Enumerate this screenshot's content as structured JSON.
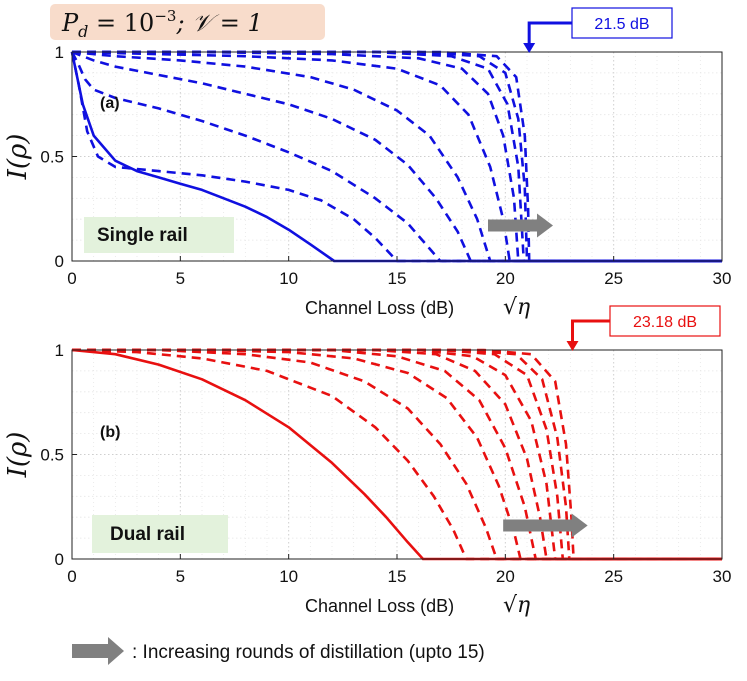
{
  "title": "P_d = 10^{-3}; V = 1",
  "title_parts": {
    "p": "P",
    "sub": "d",
    "eq": " = 10",
    "sup": "−3",
    "rest": "; 𝒱 = 1"
  },
  "legend_note": ": Increasing rounds of distillation (upto 15)",
  "colors": {
    "single": "#1010e0",
    "dual": "#e81010",
    "arrow": "#808080",
    "label_bg": "#e3f2dc",
    "title_bg": "#f8dccb"
  },
  "chart_data": [
    {
      "type": "line",
      "panel": "(a)",
      "label": "Single rail",
      "xlabel": "Channel Loss (dB)",
      "xlabel_math": "√η",
      "ylabel": "I(ρ)",
      "xlim": [
        0,
        30
      ],
      "ylim": [
        0,
        1
      ],
      "xticks": [
        0,
        5,
        10,
        15,
        20,
        25,
        30
      ],
      "yticks": [
        0,
        0.5,
        1
      ],
      "grid": true,
      "annotation": {
        "text": "21.5 dB",
        "x": 21.1
      },
      "arrow_range": [
        19.2,
        22.2
      ],
      "arrow_y": 0.17,
      "series": [
        {
          "style": "solid",
          "x": [
            0,
            0.2,
            0.5,
            1,
            2,
            3,
            4,
            5,
            6,
            7,
            8,
            9,
            10,
            11,
            12.1,
            30
          ],
          "y": [
            1,
            0.9,
            0.75,
            0.6,
            0.48,
            0.43,
            0.4,
            0.37,
            0.34,
            0.3,
            0.26,
            0.21,
            0.15,
            0.08,
            0,
            0
          ]
        },
        {
          "style": "dashed",
          "x": [
            0,
            0.3,
            0.7,
            1.2,
            2,
            4,
            6,
            8,
            10,
            11.5,
            13,
            14,
            15,
            30
          ],
          "y": [
            1,
            0.85,
            0.62,
            0.5,
            0.45,
            0.43,
            0.41,
            0.38,
            0.34,
            0.29,
            0.2,
            0.11,
            0,
            0
          ]
        },
        {
          "style": "dashed",
          "x": [
            0,
            0.3,
            0.6,
            1,
            2,
            4,
            6,
            8,
            10,
            12,
            14,
            15.5,
            16.5,
            17,
            30
          ],
          "y": [
            1,
            0.94,
            0.87,
            0.82,
            0.78,
            0.73,
            0.67,
            0.6,
            0.52,
            0.43,
            0.3,
            0.18,
            0.06,
            0,
            0
          ]
        },
        {
          "style": "dashed",
          "x": [
            0,
            1,
            2,
            4,
            6,
            8,
            10,
            12,
            14,
            15.5,
            16.8,
            17.8,
            18.4,
            30
          ],
          "y": [
            1,
            0.96,
            0.93,
            0.89,
            0.85,
            0.8,
            0.75,
            0.68,
            0.58,
            0.46,
            0.3,
            0.14,
            0,
            0
          ]
        },
        {
          "style": "dashed",
          "x": [
            0,
            2,
            5,
            8,
            11,
            13,
            15,
            16.5,
            17.8,
            18.7,
            19.3,
            30
          ],
          "y": [
            1,
            0.98,
            0.96,
            0.93,
            0.88,
            0.82,
            0.72,
            0.6,
            0.4,
            0.2,
            0,
            0
          ]
        },
        {
          "style": "dashed",
          "x": [
            0,
            4,
            8,
            12,
            15,
            17,
            18.3,
            19.3,
            19.9,
            20.2,
            30
          ],
          "y": [
            1,
            0.99,
            0.98,
            0.96,
            0.92,
            0.84,
            0.7,
            0.45,
            0.2,
            0,
            0
          ]
        },
        {
          "style": "dashed",
          "x": [
            0,
            6,
            12,
            16,
            18,
            19.2,
            19.9,
            20.4,
            20.6,
            30
          ],
          "y": [
            1,
            1,
            0.99,
            0.97,
            0.92,
            0.8,
            0.6,
            0.3,
            0,
            0
          ]
        },
        {
          "style": "dashed",
          "x": [
            0,
            8,
            14,
            17.5,
            19.2,
            20.1,
            20.6,
            20.85,
            30
          ],
          "y": [
            1,
            1,
            1,
            0.98,
            0.92,
            0.75,
            0.45,
            0,
            0
          ]
        },
        {
          "style": "dashed",
          "x": [
            0,
            10,
            16,
            18.8,
            20,
            20.6,
            20.9,
            21.0,
            30
          ],
          "y": [
            1,
            1,
            1,
            0.98,
            0.9,
            0.68,
            0.35,
            0,
            0
          ]
        },
        {
          "style": "dashed",
          "x": [
            0,
            12,
            17,
            19.6,
            20.5,
            20.9,
            21.05,
            21.1,
            30
          ],
          "y": [
            1,
            1,
            1,
            0.98,
            0.88,
            0.6,
            0.25,
            0,
            0
          ]
        }
      ]
    },
    {
      "type": "line",
      "panel": "(b)",
      "label": "Dual rail",
      "xlabel": "Channel Loss (dB)",
      "xlabel_math": "√η",
      "ylabel": "I(ρ)",
      "xlim": [
        0,
        30
      ],
      "ylim": [
        0,
        1
      ],
      "xticks": [
        0,
        5,
        10,
        15,
        20,
        25,
        30
      ],
      "yticks": [
        0,
        0.5,
        1
      ],
      "grid": true,
      "annotation": {
        "text": "23.18 dB",
        "x": 23.1
      },
      "arrow_range": [
        19.9,
        23.8
      ],
      "arrow_y": 0.16,
      "series": [
        {
          "style": "solid",
          "x": [
            0,
            2,
            4,
            6,
            8,
            10,
            12,
            13.5,
            14.5,
            15.5,
            16.2,
            30
          ],
          "y": [
            1,
            0.98,
            0.93,
            0.86,
            0.76,
            0.63,
            0.46,
            0.31,
            0.2,
            0.08,
            0,
            0
          ]
        },
        {
          "style": "dashed",
          "x": [
            0,
            3,
            6,
            9,
            12,
            14,
            15.5,
            16.7,
            17.6,
            18.2,
            30
          ],
          "y": [
            1,
            0.99,
            0.96,
            0.9,
            0.78,
            0.63,
            0.47,
            0.3,
            0.14,
            0,
            0
          ]
        },
        {
          "style": "dashed",
          "x": [
            0,
            4,
            8,
            11,
            13.5,
            15.5,
            17,
            18.2,
            19.1,
            19.6,
            30
          ],
          "y": [
            1,
            1,
            0.98,
            0.94,
            0.85,
            0.72,
            0.55,
            0.36,
            0.15,
            0,
            0
          ]
        },
        {
          "style": "dashed",
          "x": [
            0,
            6,
            10,
            13,
            15.5,
            17.3,
            18.7,
            19.7,
            20.4,
            20.7,
            30
          ],
          "y": [
            1,
            1,
            0.99,
            0.96,
            0.89,
            0.77,
            0.58,
            0.35,
            0.13,
            0,
            0
          ]
        },
        {
          "style": "dashed",
          "x": [
            0,
            8,
            12,
            15,
            17.2,
            18.8,
            20,
            20.9,
            21.4,
            30
          ],
          "y": [
            1,
            1,
            1,
            0.97,
            0.9,
            0.76,
            0.53,
            0.25,
            0,
            0
          ]
        },
        {
          "style": "dashed",
          "x": [
            0,
            10,
            14,
            16.8,
            18.6,
            20,
            21,
            21.6,
            21.9,
            30
          ],
          "y": [
            1,
            1,
            1,
            0.98,
            0.9,
            0.74,
            0.48,
            0.2,
            0,
            0
          ]
        },
        {
          "style": "dashed",
          "x": [
            0,
            12,
            16,
            18.5,
            20,
            21.2,
            21.9,
            22.3,
            30
          ],
          "y": [
            1,
            1,
            1,
            0.97,
            0.88,
            0.66,
            0.36,
            0,
            0
          ]
        },
        {
          "style": "dashed",
          "x": [
            0,
            13,
            17,
            19.5,
            21,
            21.9,
            22.4,
            22.65,
            30
          ],
          "y": [
            1,
            1,
            1,
            0.98,
            0.88,
            0.62,
            0.3,
            0,
            0
          ]
        },
        {
          "style": "dashed",
          "x": [
            0,
            14,
            18,
            20.5,
            21.7,
            22.4,
            22.8,
            22.95,
            30
          ],
          "y": [
            1,
            1,
            1,
            0.98,
            0.86,
            0.58,
            0.25,
            0,
            0
          ]
        },
        {
          "style": "dashed",
          "x": [
            0,
            15,
            19,
            21.2,
            22.3,
            22.8,
            23.05,
            23.15,
            30
          ],
          "y": [
            1,
            1,
            1,
            0.98,
            0.85,
            0.55,
            0.2,
            0,
            0
          ]
        }
      ]
    }
  ]
}
